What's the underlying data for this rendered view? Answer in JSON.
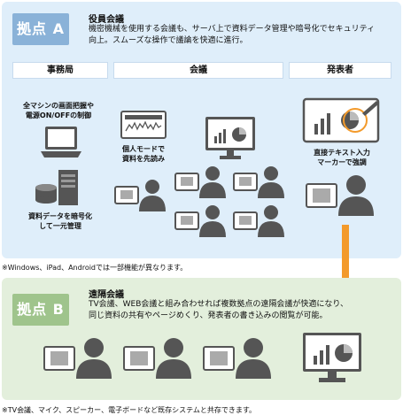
{
  "panel_a": {
    "badge": "拠点 A",
    "title": "役員会議",
    "desc_line1": "機密機械を使用する会議も、サーバ上で資料データ管理や暗号化でセキュリティ",
    "desc_line2": "向上。スムーズな操作で議論を快適に進行。",
    "columns": [
      "事務局",
      "会議",
      "発表者"
    ],
    "secretariat_caption": [
      "全マシンの画面把握や",
      "電源ON/OFFの制御"
    ],
    "server_caption": [
      "資料データを暗号化",
      "して一元管理"
    ],
    "personal_caption": [
      "個人モードで",
      "資料を先読み"
    ],
    "presenter_caption": [
      "直接テキスト入力",
      "マーカーで強調"
    ]
  },
  "note_a": "※Windows、iPad、Androidでは一部機能が異なります。",
  "panel_b": {
    "badge": "拠点 B",
    "title": "遠隔会議",
    "desc_line1": "TV会議、WEB会議と組み合わせれば複数拠点の遠隔会議が快適になり、",
    "desc_line2": "同じ資料の共有やページめくり、発表者の書き込みの閲覧が可能。"
  },
  "note_b": "※TV会議、マイク、スピーカー、電子ボードなど既存システムと共存できます。",
  "colors": {
    "panel_a": "#dfeefa",
    "panel_b": "#e3efdc",
    "badge_a": "#8ab2d8",
    "badge_b": "#9fc48c",
    "arrow": "#f39a2b",
    "icon": "#555555"
  }
}
